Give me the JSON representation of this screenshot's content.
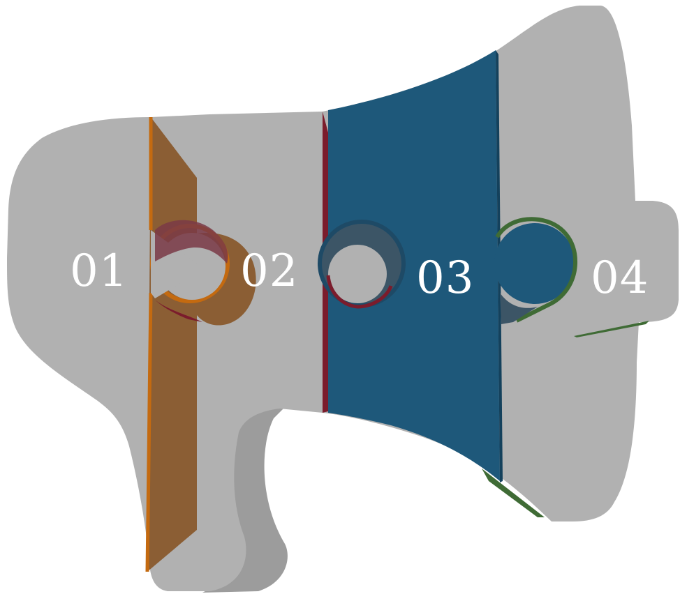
{
  "diagram": {
    "steps": [
      {
        "label": "01"
      },
      {
        "label": "02"
      },
      {
        "label": "03"
      },
      {
        "label": "04"
      }
    ]
  },
  "colors": {
    "body": "#b1b1b1",
    "body_shadow": "#9c9c9c",
    "orange_band": "#8b5e34",
    "orange_edge": "#c46a10",
    "maroon_edge": "#7b1c2c",
    "blue_band": "#1e587a",
    "blue_edge": "#14415c",
    "green_edge": "#3f6b35",
    "text": "#ffffff"
  }
}
